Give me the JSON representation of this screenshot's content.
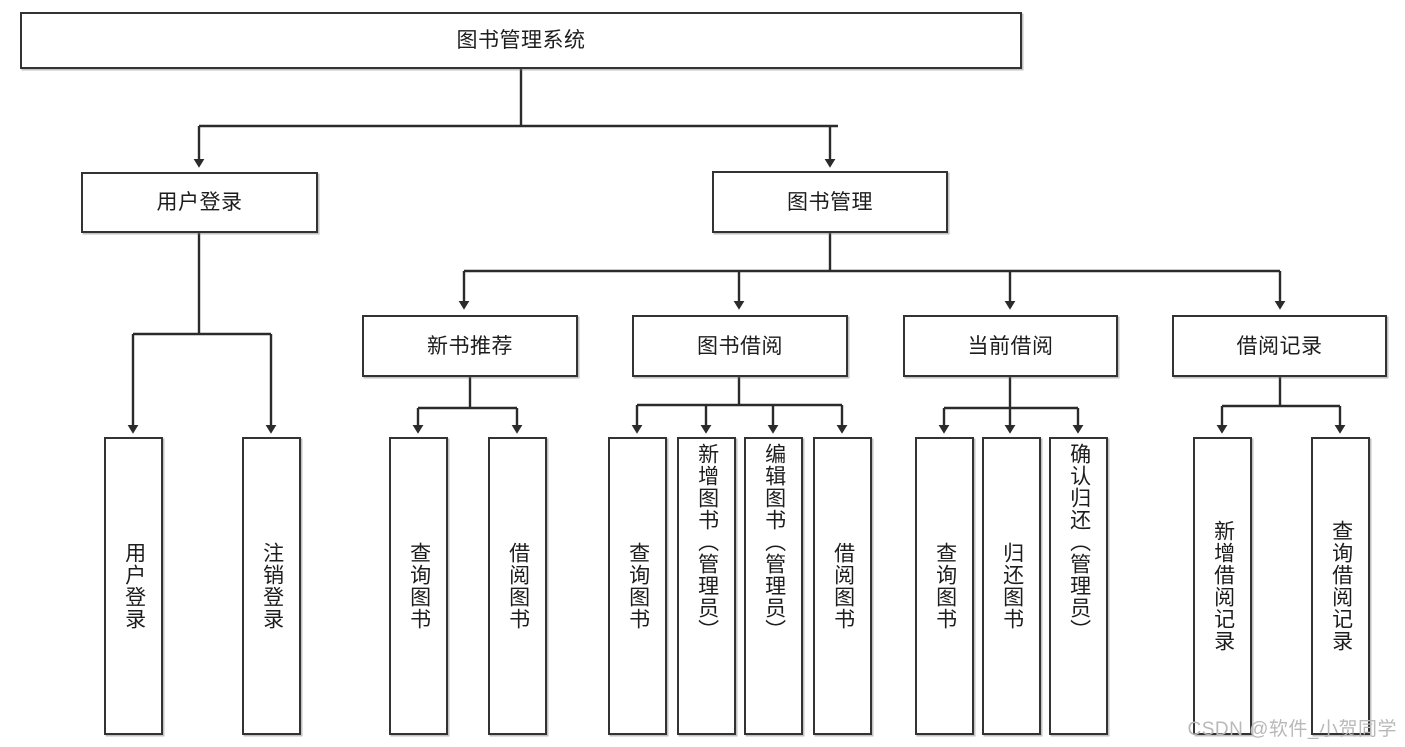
{
  "diagram": {
    "type": "tree-hierarchy-chart",
    "title": "图书管理系统",
    "watermark": "CSDN @软件_小贺同学",
    "colors": {
      "stroke": "#333333",
      "background": "#ffffff",
      "text": "#1d1d1d",
      "watermark": "#b9b9b9"
    },
    "levels": {
      "root": "图书管理系统",
      "level2": [
        "用户登录",
        "图书管理"
      ],
      "level3": [
        "新书推荐",
        "图书借阅",
        "当前借阅",
        "借阅记录"
      ]
    },
    "nodes": {
      "root": {
        "label": "图书管理系统"
      },
      "user_login": {
        "label": "用户登录"
      },
      "book_manage": {
        "label": "图书管理"
      },
      "new_book_rec": {
        "label": "新书推荐"
      },
      "book_borrow": {
        "label": "图书借阅"
      },
      "current_borrow": {
        "label": "当前借阅"
      },
      "borrow_record": {
        "label": "借阅记录"
      }
    },
    "leaves": {
      "user_login": [
        {
          "label": "用户登录"
        },
        {
          "label": "注销登录"
        }
      ],
      "new_book_rec": [
        {
          "label": "查询图书"
        },
        {
          "label": "借阅图书"
        }
      ],
      "book_borrow": [
        {
          "label": "查询图书"
        },
        {
          "label": "新增图书（管理员）"
        },
        {
          "label": "编辑图书（管理员）"
        },
        {
          "label": "借阅图书"
        }
      ],
      "current_borrow": [
        {
          "label": "查询图书"
        },
        {
          "label": "归还图书"
        },
        {
          "label": "确认归还（管理员）"
        }
      ],
      "borrow_record": [
        {
          "label": "新增借阅记录"
        },
        {
          "label": "查询借阅记录"
        }
      ]
    }
  }
}
